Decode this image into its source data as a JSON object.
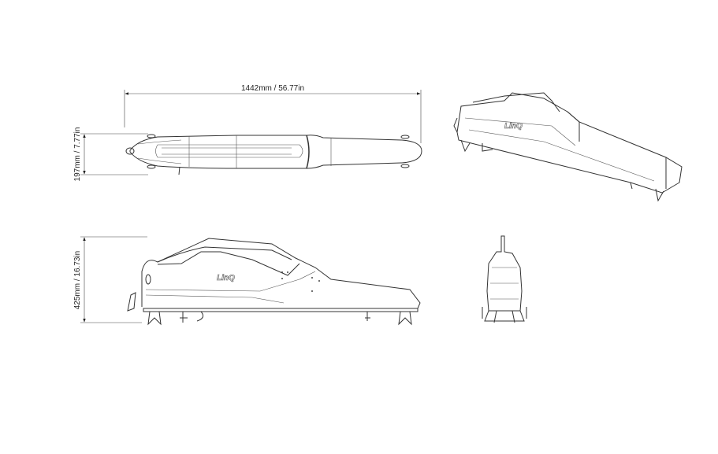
{
  "dimensions": {
    "length": "1442mm / 56.77in",
    "width": "197mm / 7.77in",
    "height": "425mm / 16.73in"
  },
  "logo_text": "LinQ"
}
